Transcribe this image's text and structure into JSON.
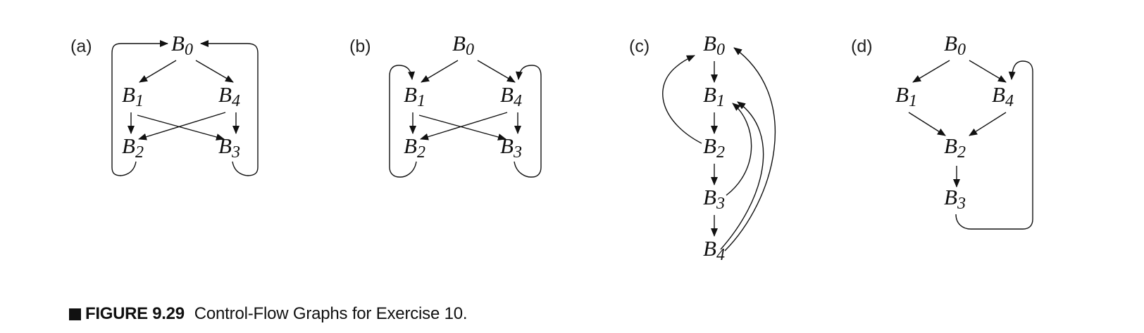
{
  "figure": {
    "number": "FIGURE 9.29",
    "title": "Control-Flow Graphs for Exercise 10."
  },
  "panels": [
    {
      "id": "a",
      "label": "(a)",
      "nodes": [
        {
          "id": "B0",
          "base": "B",
          "sub": "0"
        },
        {
          "id": "B1",
          "base": "B",
          "sub": "1"
        },
        {
          "id": "B4",
          "base": "B",
          "sub": "4"
        },
        {
          "id": "B2",
          "base": "B",
          "sub": "2"
        },
        {
          "id": "B3",
          "base": "B",
          "sub": "3"
        }
      ],
      "edges": [
        [
          "B0",
          "B1"
        ],
        [
          "B0",
          "B4"
        ],
        [
          "B1",
          "B2"
        ],
        [
          "B1",
          "B3"
        ],
        [
          "B4",
          "B2"
        ],
        [
          "B4",
          "B3"
        ],
        [
          "B2",
          "B0"
        ],
        [
          "B3",
          "B0"
        ]
      ]
    },
    {
      "id": "b",
      "label": "(b)",
      "nodes": [
        {
          "id": "B0",
          "base": "B",
          "sub": "0"
        },
        {
          "id": "B1",
          "base": "B",
          "sub": "1"
        },
        {
          "id": "B4",
          "base": "B",
          "sub": "4"
        },
        {
          "id": "B2",
          "base": "B",
          "sub": "2"
        },
        {
          "id": "B3",
          "base": "B",
          "sub": "3"
        }
      ],
      "edges": [
        [
          "B0",
          "B1"
        ],
        [
          "B0",
          "B4"
        ],
        [
          "B1",
          "B2"
        ],
        [
          "B1",
          "B3"
        ],
        [
          "B4",
          "B2"
        ],
        [
          "B4",
          "B3"
        ],
        [
          "B2",
          "B1"
        ],
        [
          "B3",
          "B4"
        ]
      ]
    },
    {
      "id": "c",
      "label": "(c)",
      "nodes": [
        {
          "id": "B0",
          "base": "B",
          "sub": "0"
        },
        {
          "id": "B1",
          "base": "B",
          "sub": "1"
        },
        {
          "id": "B2",
          "base": "B",
          "sub": "2"
        },
        {
          "id": "B3",
          "base": "B",
          "sub": "3"
        },
        {
          "id": "B4",
          "base": "B",
          "sub": "4"
        }
      ],
      "edges": [
        [
          "B0",
          "B1"
        ],
        [
          "B1",
          "B2"
        ],
        [
          "B2",
          "B3"
        ],
        [
          "B3",
          "B4"
        ],
        [
          "B2",
          "B0"
        ],
        [
          "B3",
          "B1"
        ],
        [
          "B4",
          "B1"
        ],
        [
          "B4",
          "B0"
        ]
      ]
    },
    {
      "id": "d",
      "label": "(d)",
      "nodes": [
        {
          "id": "B0",
          "base": "B",
          "sub": "0"
        },
        {
          "id": "B1",
          "base": "B",
          "sub": "1"
        },
        {
          "id": "B4",
          "base": "B",
          "sub": "4"
        },
        {
          "id": "B2",
          "base": "B",
          "sub": "2"
        },
        {
          "id": "B3",
          "base": "B",
          "sub": "3"
        }
      ],
      "edges": [
        [
          "B0",
          "B1"
        ],
        [
          "B0",
          "B4"
        ],
        [
          "B1",
          "B2"
        ],
        [
          "B4",
          "B2"
        ],
        [
          "B2",
          "B3"
        ],
        [
          "B3",
          "B4"
        ]
      ]
    }
  ]
}
